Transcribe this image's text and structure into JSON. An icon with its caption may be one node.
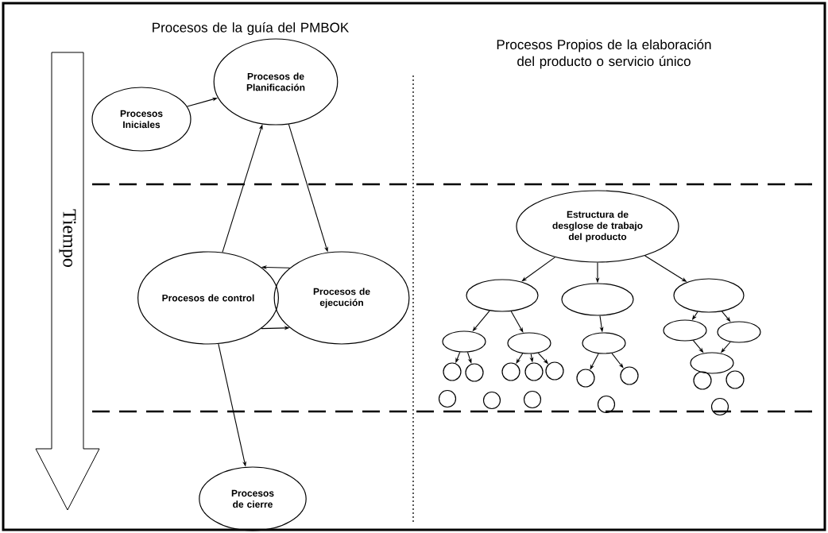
{
  "diagram": {
    "nodes": [
      {
        "text": [
          "Procesos Iniciales"
        ]
      },
      {
        "text": [
          "Procesos de Planificación"
        ]
      },
      {
        "text": [
          "Procesos de control"
        ]
      },
      {
        "text": [
          "Procesos de ejecución"
        ]
      },
      {
        "text": [
          "Procesos de cierre"
        ]
      },
      {
        "text": [
          "Estructura de desglose de trabajo del producto"
        ]
      },
      {
        "text": [],
        "shape": "ellipse"
      },
      {
        "text": [],
        "shape": "ellipse"
      },
      {
        "text": [],
        "shape": "ellipse"
      },
      {
        "text": [],
        "shape": "ellipse"
      },
      {
        "text": [],
        "shape": "ellipse"
      },
      {
        "text": [],
        "shape": "ellipse"
      },
      {
        "text": [],
        "shape": "ellipse"
      },
      {
        "text": [],
        "shape": "ellipse"
      },
      {
        "text": [],
        "shape": "ellipse"
      },
      {
        "text": [],
        "shape": "circle"
      },
      {
        "text": [],
        "shape": "circle"
      },
      {
        "text": [],
        "shape": "circle"
      },
      {
        "text": [],
        "shape": "circle"
      },
      {
        "text": [],
        "shape": "circle"
      },
      {
        "text": [],
        "shape": "circle"
      },
      {
        "text": [],
        "shape": "circle"
      },
      {
        "text": [],
        "shape": "circle"
      },
      {
        "text": [],
        "shape": "circle"
      },
      {
        "text": [],
        "shape": "circle"
      },
      {
        "text": [],
        "shape": "circle"
      },
      {
        "text": [],
        "shape": "circle"
      },
      {
        "text": [],
        "shape": "circle"
      },
      {
        "text": [],
        "shape": "circle"
      }
    ],
    "edges": [
      {
        "from": 0,
        "to": 1,
        "arrow": "to"
      },
      {
        "from": 2,
        "to": 1,
        "arrow": "to"
      },
      {
        "from": 1,
        "to": 3,
        "arrow": "to"
      },
      {
        "from": 3,
        "to": 2,
        "arrow": "to"
      },
      {
        "from": 2,
        "to": 3,
        "arrow": "to"
      },
      {
        "from": 2,
        "to": 4,
        "arrow": "to"
      },
      {
        "from": 5,
        "to": 6,
        "arrow": "to"
      },
      {
        "from": 5,
        "to": 7,
        "arrow": "to"
      },
      {
        "from": 5,
        "to": 8,
        "arrow": "to"
      },
      {
        "from": 6,
        "to": 9,
        "arrow": "to"
      },
      {
        "from": 6,
        "to": 10,
        "arrow": "to"
      },
      {
        "from": 7,
        "to": 11,
        "arrow": "to"
      },
      {
        "from": 8,
        "to": 12,
        "arrow": "to"
      },
      {
        "from": 8,
        "to": 13,
        "arrow": "to"
      },
      {
        "from": 12,
        "to": 14,
        "arrow": "to"
      },
      {
        "from": 13,
        "to": 14,
        "arrow": "to"
      },
      {
        "from": 9,
        "to": 15,
        "arrow": "to"
      },
      {
        "from": 9,
        "to": 16,
        "arrow": "to"
      },
      {
        "from": 10,
        "to": 17,
        "arrow": "to"
      },
      {
        "from": 10,
        "to": 18,
        "arrow": "to"
      },
      {
        "from": 10,
        "to": 19,
        "arrow": "to"
      },
      {
        "from": 11,
        "to": 20,
        "arrow": "to"
      },
      {
        "from": 11,
        "to": 21,
        "arrow": "to"
      }
    ],
    "labels": [
      "Procesos de la guía del PMBOK",
      "Procesos Propios de la elaboración del producto o servicio único",
      "Tiempo"
    ]
  }
}
